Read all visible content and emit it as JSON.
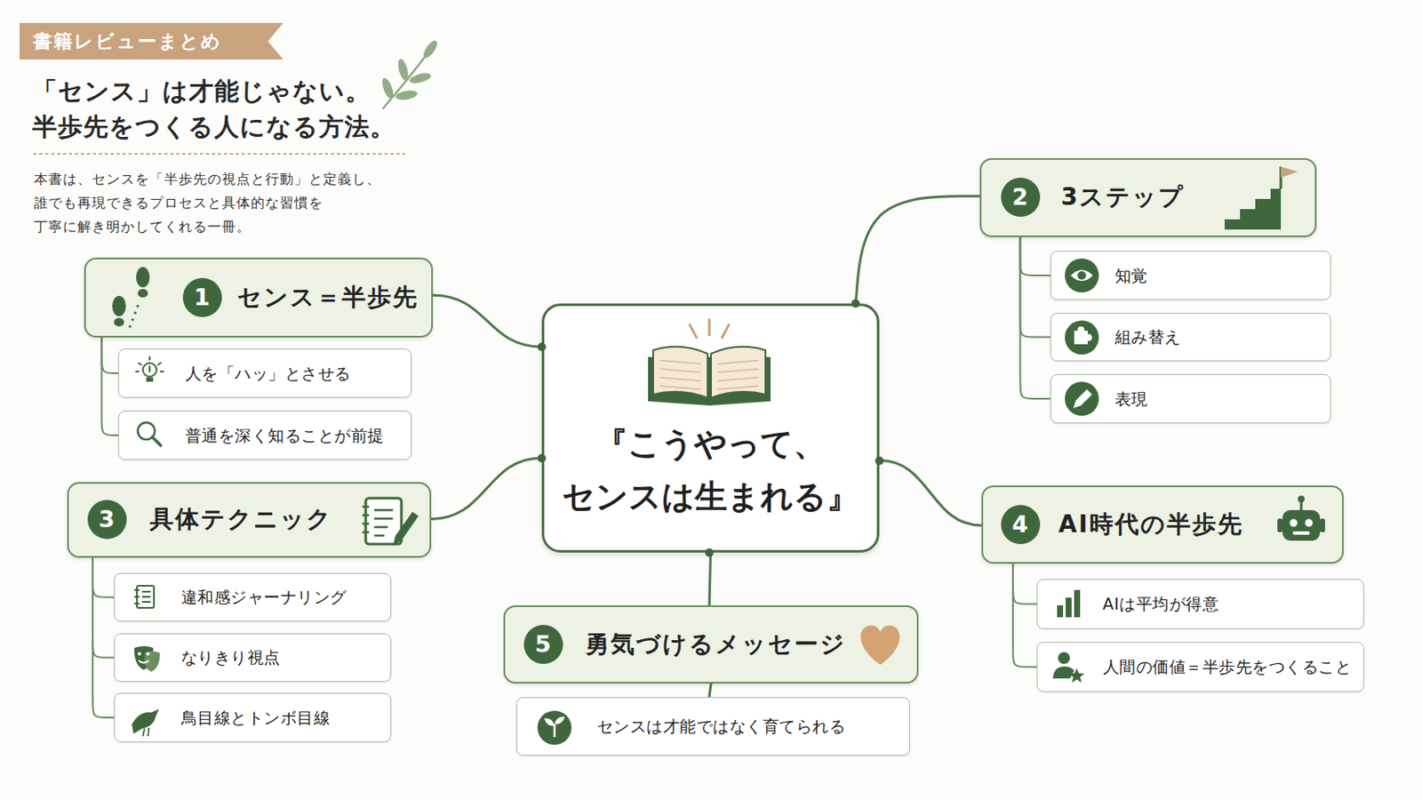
{
  "diagram": {
    "title": "「センス」は才能じゃない。 半歩先をつくる人になる方法。",
    "caption": "本書は、センスを「半歩先の視点と行動」と定義し、 誰でも再現できるプロセスと具体的な習慣を 丁寧に解き明かしてくれる一冊。",
    "nodes": [
      {
        "text": [
          "書籍レビューまとめ"
        ]
      },
      {
        "text": [
          "『こうやって、 センスは生まれる』"
        ]
      },
      {
        "text": [
          "1",
          "センス＝半歩先"
        ]
      },
      {
        "text": [
          "人を「ハッ」とさせる"
        ]
      },
      {
        "text": [
          "普通を深く知ることが前提"
        ]
      },
      {
        "text": [
          "2",
          "3ステップ"
        ]
      },
      {
        "text": [
          "知覚"
        ]
      },
      {
        "text": [
          "組み替え"
        ]
      },
      {
        "text": [
          "表現"
        ]
      },
      {
        "text": [
          "3",
          "具体テクニック"
        ]
      },
      {
        "text": [
          "違和感ジャーナリング"
        ]
      },
      {
        "text": [
          "なりきり視点"
        ]
      },
      {
        "text": [
          "鳥目線とトンボ目線"
        ]
      },
      {
        "text": [
          "4",
          "AI時代の半歩先"
        ]
      },
      {
        "text": [
          "AIは平均が得意"
        ]
      },
      {
        "text": [
          "人間の価値＝半歩先をつくること"
        ]
      },
      {
        "text": [
          "5",
          "勇気づけるメッセージ"
        ]
      },
      {
        "text": [
          "センスは才能ではなく育てられる"
        ]
      }
    ],
    "edges": [
      {
        "from": 1,
        "to": 2,
        "arrow": "none"
      },
      {
        "from": 1,
        "to": 5,
        "arrow": "none"
      },
      {
        "from": 1,
        "to": 9,
        "arrow": "none"
      },
      {
        "from": 1,
        "to": 13,
        "arrow": "none"
      },
      {
        "from": 1,
        "to": 16,
        "arrow": "none"
      },
      {
        "from": 2,
        "to": 3,
        "arrow": "none"
      },
      {
        "from": 2,
        "to": 4,
        "arrow": "none"
      },
      {
        "from": 5,
        "to": 6,
        "arrow": "none"
      },
      {
        "from": 5,
        "to": 7,
        "arrow": "none"
      },
      {
        "from": 5,
        "to": 8,
        "arrow": "none"
      },
      {
        "from": 9,
        "to": 10,
        "arrow": "none"
      },
      {
        "from": 9,
        "to": 11,
        "arrow": "none"
      },
      {
        "from": 9,
        "to": 12,
        "arrow": "none"
      },
      {
        "from": 13,
        "to": 14,
        "arrow": "none"
      },
      {
        "from": 13,
        "to": 15,
        "arrow": "none"
      },
      {
        "from": 16,
        "to": 17,
        "arrow": "none"
      }
    ]
  }
}
